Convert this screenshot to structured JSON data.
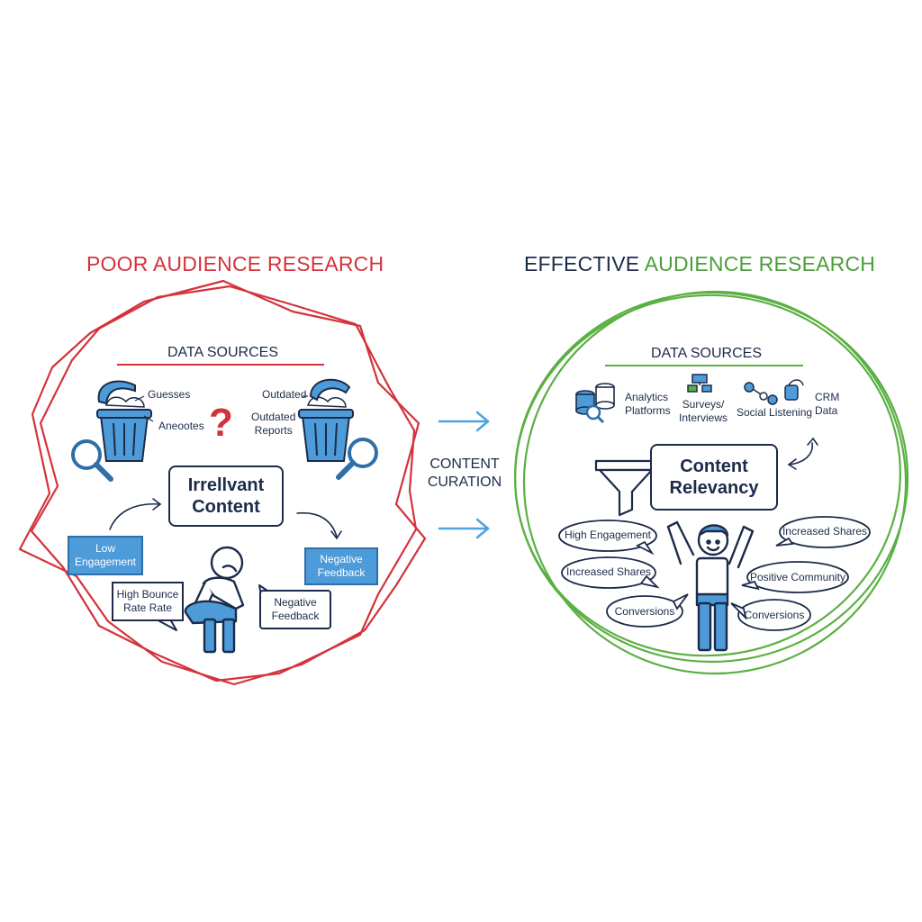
{
  "left": {
    "title": "POOR AUDIENCE RESEARCH",
    "data_sources": "DATA SOURCES",
    "guesses": "Guesses",
    "anecdotes": "Aneootes",
    "outdated": "Outdated",
    "outdated_reports_1": "Outdated",
    "outdated_reports_2": "Reports",
    "question": "?",
    "center_1": "Irrellvant",
    "center_2": "Content",
    "low_1": "Low",
    "low_2": "Engagement",
    "neg_blue_1": "Negative",
    "neg_blue_2": "Feedback",
    "bounce_1": "High Bounce",
    "bounce_2": "Rate Rate",
    "neg_1": "Negative",
    "neg_2": "Feedback"
  },
  "middle": {
    "label_1": "CONTENT",
    "label_2": "CURATION"
  },
  "right": {
    "title_a": "EFFECTIVE",
    "title_b": "AUDIENCE RESEARCH",
    "data_sources": "DATA SOURCES",
    "analytics_1": "Analytics",
    "analytics_2": "Platforms",
    "surveys_1": "Surveys/",
    "surveys_2": "Interviews",
    "social": "Social Listening",
    "crm_1": "CRM",
    "crm_2": "Data",
    "center_1": "Content",
    "center_2": "Relevancy",
    "b1": "High Engagement",
    "b2": "Increased Shares",
    "b3": "Conversions",
    "b4": "Increased Shares",
    "b5": "Positive Community",
    "b6": "Conversions"
  },
  "colors": {
    "red": "#d3333b",
    "green": "#4a9e3a",
    "navy": "#1c2b4a",
    "blue": "#4d9bd8",
    "arrow": "#4da3e0"
  }
}
